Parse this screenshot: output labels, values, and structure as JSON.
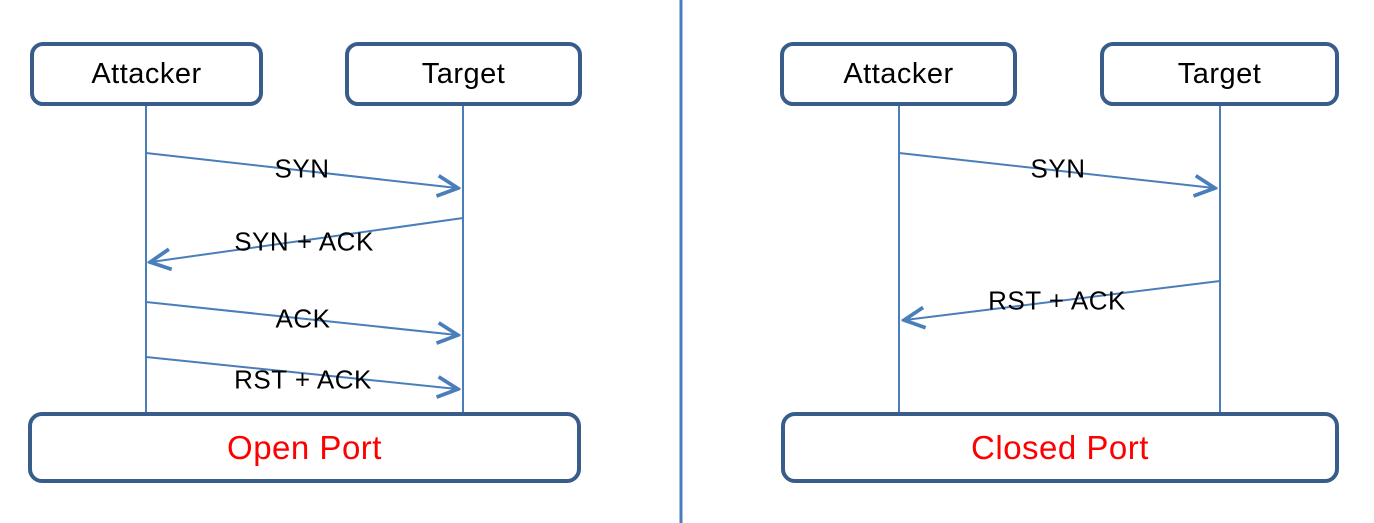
{
  "title": "TCP SYN scan sequence diagram",
  "colors": {
    "node_border": "#385d8a",
    "line": "#4a7ebb",
    "result_text": "#ff0000",
    "label_text": "#000000",
    "background": "#ffffff"
  },
  "left_diagram": {
    "attacker_label": "Attacker",
    "target_label": "Target",
    "messages": [
      {
        "label": "SYN",
        "from": "attacker",
        "to": "target"
      },
      {
        "label": "SYN + ACK",
        "from": "target",
        "to": "attacker"
      },
      {
        "label": "ACK",
        "from": "attacker",
        "to": "target"
      },
      {
        "label": "RST + ACK",
        "from": "attacker",
        "to": "target"
      }
    ],
    "result_label": "Open Port"
  },
  "right_diagram": {
    "attacker_label": "Attacker",
    "target_label": "Target",
    "messages": [
      {
        "label": "SYN",
        "from": "attacker",
        "to": "target"
      },
      {
        "label": "RST + ACK",
        "from": "target",
        "to": "attacker"
      }
    ],
    "result_label": "Closed Port"
  }
}
